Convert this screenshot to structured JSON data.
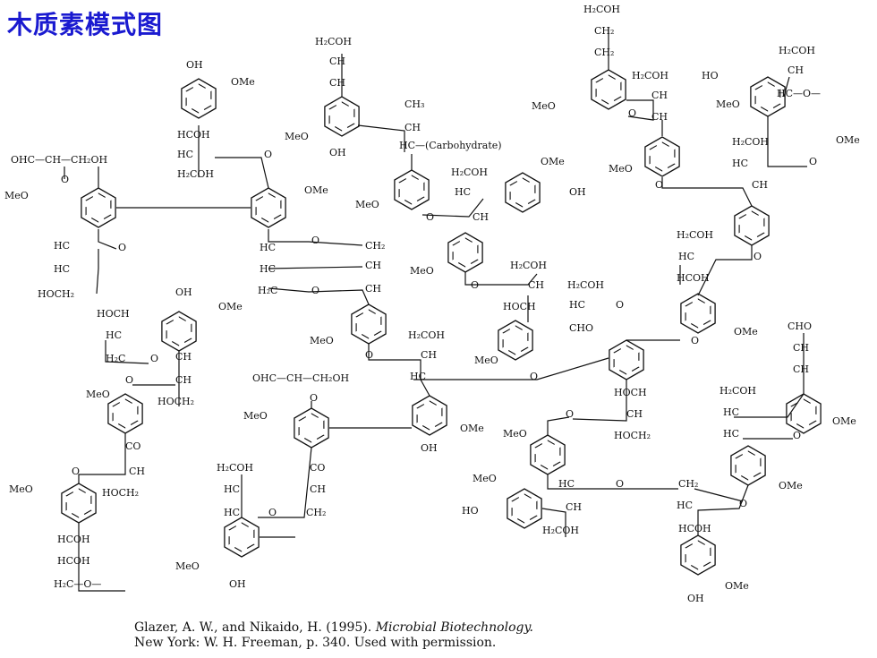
{
  "title": "木质素模式图",
  "credit": {
    "line1_prefix": "Glazer, A. W., and Nikaido, H. (1995).",
    "line1_book": "Microbial Biotechnology.",
    "line2": "New York: W. H. Freeman, p. 340.  Used with permission."
  },
  "structure": {
    "units": [
      {
        "id": "u1",
        "ring": [
          110,
          232
        ],
        "labels": [
          [
            "OHC—CH—CH₂OH",
            12,
            182
          ],
          [
            "O",
            68,
            204
          ],
          [
            "MeO",
            5,
            222
          ],
          [
            "HC",
            60,
            278
          ],
          [
            "HC",
            60,
            304
          ],
          [
            "HOCH₂",
            42,
            332
          ],
          [
            "O",
            132,
            280
          ]
        ]
      },
      {
        "id": "u2",
        "ring": [
          222,
          110
        ],
        "labels": [
          [
            "OH",
            208,
            76
          ],
          [
            "OMe",
            258,
            95
          ],
          [
            "HCOH",
            198,
            154
          ],
          [
            "HC",
            198,
            176
          ],
          [
            "H₂COH",
            198,
            198
          ],
          [
            "O",
            295,
            176
          ]
        ]
      },
      {
        "id": "u3",
        "ring": [
          300,
          232
        ],
        "labels": [
          [
            "OMe",
            340,
            216
          ],
          [
            "HC",
            290,
            280
          ],
          [
            "HC",
            290,
            304
          ],
          [
            "H₂C",
            288,
            328
          ],
          [
            "O",
            348,
            272
          ],
          [
            "O",
            348,
            328
          ],
          [
            "CH₂",
            408,
            278
          ],
          [
            "CH",
            408,
            300
          ],
          [
            "CH",
            408,
            326
          ]
        ]
      },
      {
        "id": "u4",
        "ring": [
          382,
          130
        ],
        "labels": [
          [
            "H₂COH",
            352,
            50
          ],
          [
            "CH",
            368,
            72
          ],
          [
            "CH",
            368,
            96
          ],
          [
            "MeO",
            318,
            156
          ],
          [
            "OH",
            368,
            174
          ],
          [
            "CH₃",
            452,
            120
          ],
          [
            "CH",
            452,
            146
          ],
          [
            "HC—(Carbohydrate)",
            446,
            166
          ]
        ]
      },
      {
        "id": "u5",
        "ring": [
          460,
          212
        ],
        "labels": [
          [
            "MeO",
            397,
            232
          ],
          [
            "O",
            476,
            246
          ]
        ]
      },
      {
        "id": "u6",
        "ring": [
          584,
          215
        ],
        "labels": [
          [
            "H₂COH",
            504,
            196
          ],
          [
            "HC",
            508,
            218
          ],
          [
            "CH",
            528,
            246
          ],
          [
            "OMe",
            604,
            184
          ],
          [
            "OH",
            636,
            218
          ]
        ]
      },
      {
        "id": "u7",
        "ring": [
          520,
          282
        ],
        "labels": [
          [
            "MeO",
            458,
            306
          ],
          [
            "O",
            526,
            322
          ]
        ]
      },
      {
        "id": "u8",
        "ring": [
          576,
          380
        ],
        "labels": [
          [
            "H₂COH",
            570,
            300
          ],
          [
            "CH",
            590,
            322
          ],
          [
            "HOCH",
            562,
            346
          ],
          [
            "H₂COH",
            634,
            322
          ],
          [
            "HC",
            636,
            344
          ],
          [
            "O",
            688,
            344
          ],
          [
            "CHO",
            636,
            370
          ],
          [
            "MeO",
            530,
            406
          ],
          [
            "O",
            592,
            424
          ]
        ]
      },
      {
        "id": "u9",
        "ring": [
          680,
          100
        ],
        "labels": [
          [
            "H₂COH",
            652,
            14
          ],
          [
            "CH₂",
            664,
            38
          ],
          [
            "CH₂",
            664,
            62
          ],
          [
            "MeO",
            594,
            122
          ],
          [
            "O",
            702,
            130
          ],
          [
            "H₂COH",
            706,
            88
          ],
          [
            "CH",
            728,
            110
          ],
          [
            "CH",
            728,
            134
          ],
          [
            "MeO",
            680,
            192
          ],
          [
            "O",
            732,
            210
          ]
        ]
      },
      {
        "id": "u10",
        "ring": [
          740,
          175
        ],
        "labels": []
      },
      {
        "id": "u11",
        "ring": [
          858,
          108
        ],
        "labels": [
          [
            "HO",
            784,
            88
          ],
          [
            "MeO",
            800,
            120
          ],
          [
            "H₂COH",
            870,
            60
          ],
          [
            "CH",
            880,
            82
          ],
          [
            "HC—O—",
            868,
            108
          ],
          [
            "OMe",
            934,
            160
          ],
          [
            "H₂COH",
            818,
            162
          ],
          [
            "HC",
            818,
            186
          ],
          [
            "O",
            904,
            184
          ],
          [
            "CH",
            840,
            210
          ]
        ]
      },
      {
        "id": "u12",
        "ring": [
          840,
          252
        ],
        "labels": [
          [
            "H₂COH",
            756,
            266
          ],
          [
            "HC",
            758,
            290
          ],
          [
            "O",
            842,
            290
          ],
          [
            "HCOH",
            756,
            314
          ]
        ]
      },
      {
        "id": "u13",
        "ring": [
          780,
          350
        ],
        "labels": [
          [
            "OMe",
            820,
            374
          ],
          [
            "O",
            772,
            384
          ]
        ]
      },
      {
        "id": "u14",
        "ring": [
          700,
          402
        ],
        "labels": [
          [
            "HOCH",
            686,
            442
          ],
          [
            "CH",
            700,
            466
          ],
          [
            "HOCH₂",
            686,
            490
          ],
          [
            "O",
            632,
            466
          ]
        ]
      },
      {
        "id": "u15",
        "ring": [
          412,
          362
        ],
        "labels": [
          [
            "MeO",
            346,
            384
          ],
          [
            "O",
            408,
            400
          ],
          [
            "H₂COH",
            456,
            378
          ],
          [
            "CH",
            470,
            400
          ],
          [
            "HC",
            458,
            424
          ]
        ]
      },
      {
        "id": "u16",
        "ring": [
          480,
          464
        ],
        "labels": [
          [
            "OHC—CH—CH₂OH",
            282,
            426
          ],
          [
            "O",
            346,
            448
          ],
          [
            "OMe",
            514,
            482
          ],
          [
            "OH",
            470,
            504
          ]
        ]
      },
      {
        "id": "u17",
        "ring": [
          348,
          478
        ],
        "labels": [
          [
            "MeO",
            272,
            468
          ]
        ]
      },
      {
        "id": "u18",
        "ring": [
          612,
          508
        ],
        "labels": [
          [
            "MeO",
            562,
            488
          ]
        ]
      },
      {
        "id": "u19",
        "ring": [
          200,
          370
        ],
        "labels": [
          [
            "OH",
            196,
            330
          ],
          [
            "OMe",
            244,
            346
          ],
          [
            "HOCH",
            108,
            354
          ],
          [
            "HC",
            118,
            378
          ],
          [
            "H₂C",
            118,
            404
          ],
          [
            "O",
            168,
            404
          ],
          [
            "CH",
            196,
            402
          ],
          [
            "CH",
            196,
            428
          ],
          [
            "HOCH₂",
            176,
            452
          ],
          [
            "O",
            140,
            428
          ]
        ]
      },
      {
        "id": "u20",
        "ring": [
          140,
          462
        ],
        "labels": [
          [
            "MeO",
            96,
            444
          ],
          [
            "CO",
            140,
            502
          ],
          [
            "O",
            80,
            530
          ],
          [
            "CH",
            144,
            530
          ],
          [
            "HOCH₂",
            114,
            554
          ]
        ]
      },
      {
        "id": "u21",
        "ring": [
          88,
          562
        ],
        "labels": [
          [
            "MeO",
            10,
            550
          ],
          [
            "HCOH",
            64,
            606
          ],
          [
            "HCOH",
            64,
            630
          ],
          [
            "H₂C—O—",
            60,
            656
          ]
        ]
      },
      {
        "id": "u22",
        "ring": [
          270,
          600
        ],
        "labels": [
          [
            "H₂COH",
            242,
            526
          ],
          [
            "HC",
            250,
            550
          ],
          [
            "HC",
            250,
            576
          ],
          [
            "O",
            300,
            576
          ],
          [
            "CH₂",
            342,
            576
          ],
          [
            "CO",
            346,
            526
          ],
          [
            "CH",
            346,
            550
          ],
          [
            "MeO",
            196,
            636
          ],
          [
            "OH",
            256,
            656
          ]
        ]
      },
      {
        "id": "u23",
        "ring": [
          586,
          568
        ],
        "labels": [
          [
            "MeO",
            528,
            538
          ],
          [
            "HO",
            516,
            574
          ],
          [
            "HC",
            624,
            544
          ],
          [
            "CH",
            632,
            570
          ],
          [
            "H₂COH",
            606,
            596
          ],
          [
            "O",
            688,
            544
          ],
          [
            "CH₂",
            758,
            544
          ]
        ]
      },
      {
        "id": "u24",
        "ring": [
          780,
          620
        ],
        "labels": [
          [
            "HC",
            756,
            568
          ],
          [
            "O",
            826,
            566
          ],
          [
            "HCOH",
            758,
            594
          ],
          [
            "OMe",
            810,
            658
          ],
          [
            "OH",
            768,
            672
          ]
        ]
      },
      {
        "id": "u25",
        "ring": [
          898,
          462
        ],
        "labels": [
          [
            "CHO",
            880,
            368
          ],
          [
            "CH",
            886,
            392
          ],
          [
            "CH",
            886,
            416
          ],
          [
            "H₂COH",
            804,
            440
          ],
          [
            "HC",
            808,
            464
          ],
          [
            "HC",
            808,
            488
          ],
          [
            "O",
            886,
            490
          ],
          [
            "OMe",
            930,
            474
          ]
        ]
      },
      {
        "id": "u26",
        "ring": [
          836,
          520
        ],
        "labels": [
          [
            "OMe",
            870,
            546
          ]
        ]
      }
    ]
  }
}
